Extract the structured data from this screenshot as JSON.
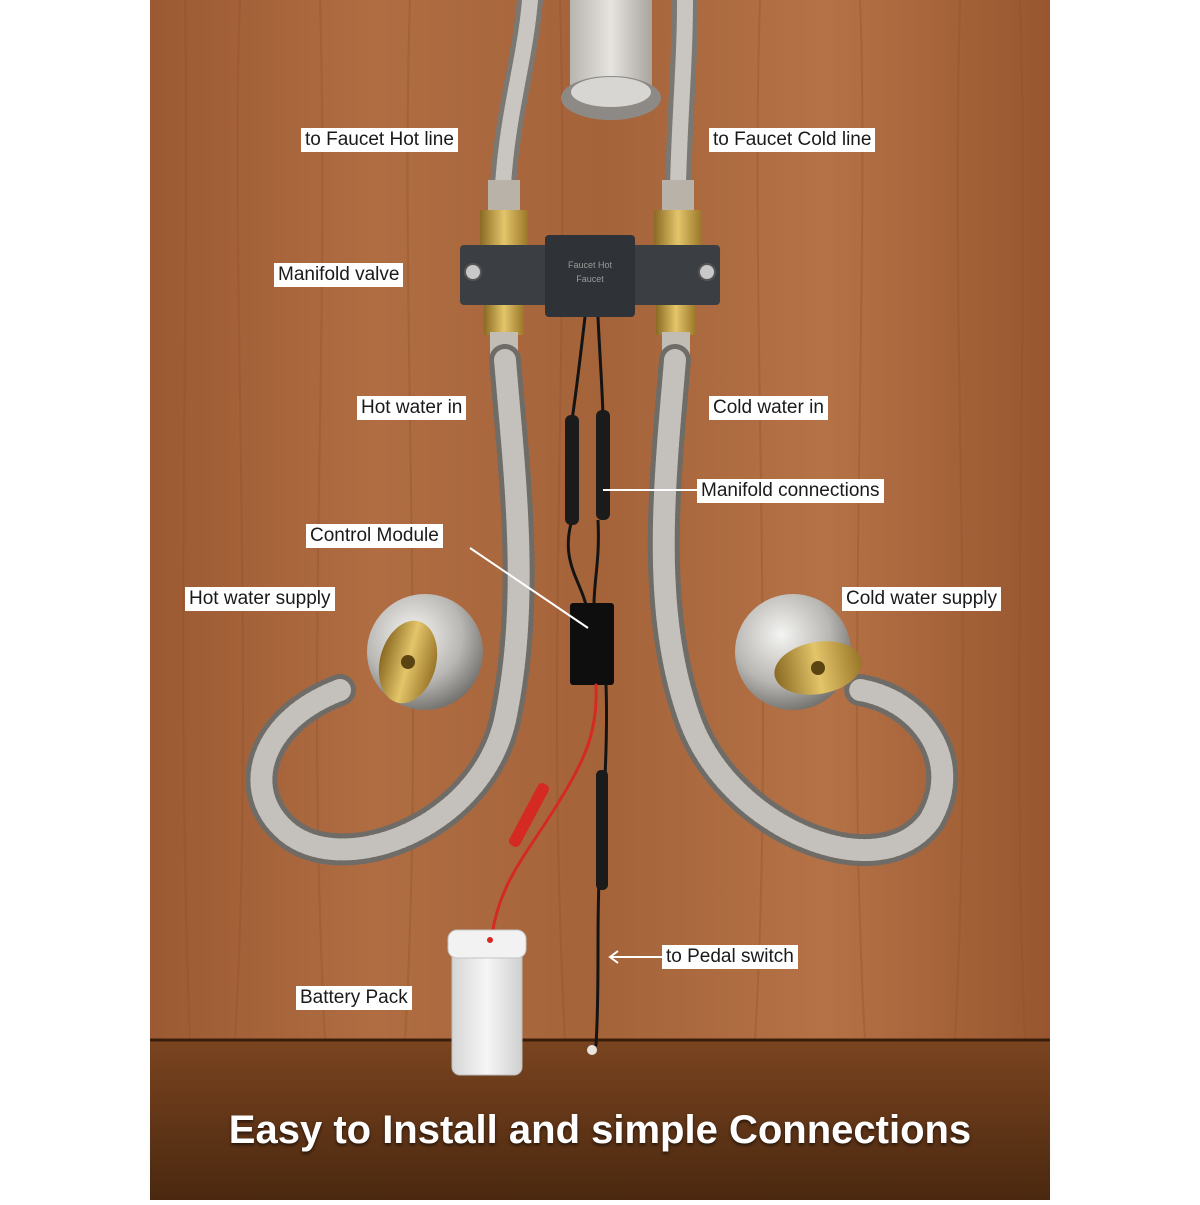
{
  "labels": {
    "faucet_hot_line": "to Faucet Hot line",
    "faucet_cold_line": "to Faucet Cold line",
    "manifold_valve": "Manifold valve",
    "hot_water_in": "Hot water in",
    "cold_water_in": "Cold water in",
    "manifold_connections": "Manifold connections",
    "control_module": "Control Module",
    "hot_water_supply": "Hot water supply",
    "cold_water_supply": "Cold water supply",
    "pedal_switch": "to Pedal switch",
    "battery_pack": "Battery Pack"
  },
  "manifold_text": {
    "line1": "Faucet Hot",
    "line2": "Faucet"
  },
  "caption": "Easy to Install and simple Connections",
  "colors": {
    "wood": "#a8663c",
    "wood_dark": "#8a4e2c",
    "floor": "#5e3417",
    "hose": "#9a9a98",
    "manifold": "#3b3e42",
    "brass": "#c8a448",
    "red_wire": "#d42a22",
    "black_wire": "#141414",
    "battery": "#ececec"
  }
}
